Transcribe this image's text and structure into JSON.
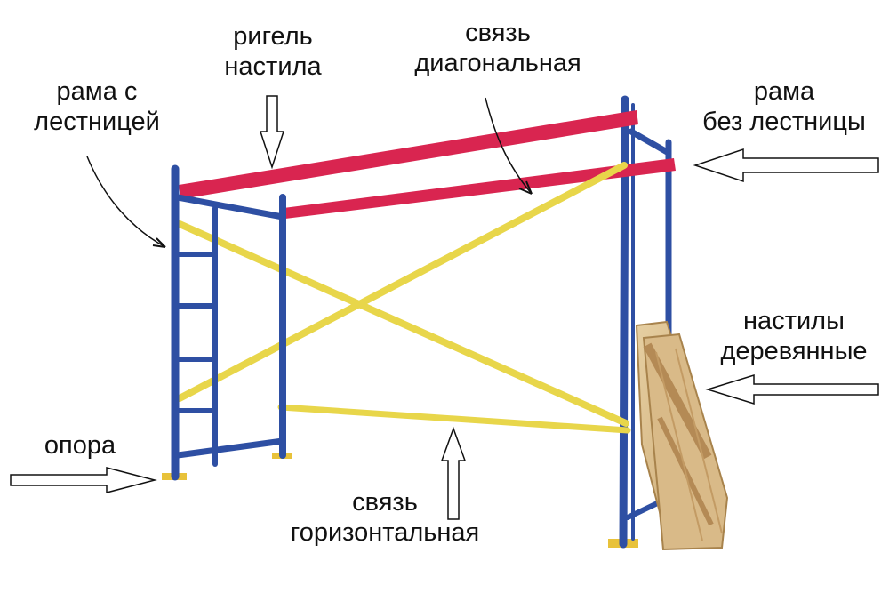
{
  "colors": {
    "frame_blue": "#2e4fa3",
    "beam_red": "#d92550",
    "brace_yellow": "#e8d64a",
    "wood": "#d8b98a",
    "base_plate": "#e8c23a",
    "arrow_outline": "#111111"
  },
  "labels": {
    "frame_with_ladder": [
      "рама с",
      "лестницей"
    ],
    "deck_beam": [
      "ригель",
      "настила"
    ],
    "diagonal_brace": [
      "связь",
      "диагональная"
    ],
    "frame_without_ladder": [
      "рама",
      "без лестницы"
    ],
    "wooden_decks": [
      "настилы",
      "деревянные"
    ],
    "support": [
      "опора"
    ],
    "horizontal_brace": [
      "связь",
      "горизонтальная"
    ]
  }
}
